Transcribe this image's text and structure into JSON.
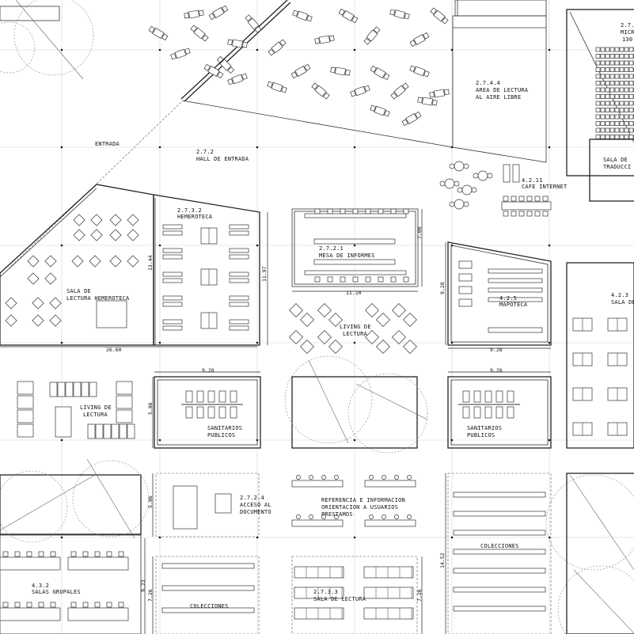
{
  "plan": {
    "labels": {
      "micro_code": "2.7.",
      "micro_name": "MICR",
      "micro_cap": "130",
      "aire_code": "2.7.4.4",
      "aire_l1": "AREA DE LECTURA",
      "aire_l2": "AL AIRE LIBRE",
      "entrada": "ENTRADA",
      "hall_code": "2.7.2",
      "hall_name": "HALL DE ENTRADA",
      "cafe_code": "4.2.11",
      "cafe_name": "CAFE INTERNET",
      "trad_l1": "SALA DE",
      "trad_l2": "TRADUCCI",
      "hemero_code": "2.7.3.2",
      "hemero_name": "HEMEROTECA",
      "mesa_code": "2.7.2.1",
      "mesa_name": "MESA DE INFORMES",
      "sala_hemero_l1": "SALA DE",
      "sala_hemero_l2": "LECTURA HEMEROTECA",
      "mapo_code": "4.2.5",
      "mapo_name": "MAPOTECA",
      "sala_r_code": "4.2.3",
      "sala_r_name": "SALA DE",
      "living_c_l1": "LIVING DE",
      "living_c_l2": "LECTURA",
      "living_l_l1": "LIVING DE",
      "living_l_l2": "LECTURA",
      "sanit_l_l1": "SANITARIOS",
      "sanit_l_l2": "PUBLICOS",
      "sanit_r_l1": "SANITARIOS",
      "sanit_r_l2": "PUBLICOS",
      "acceso_code": "2.7.2.4",
      "acceso_l1": "ACCESO AL",
      "acceso_l2": "DOCUMENTO",
      "ref_l1": "REFERENCIA E INFORMACION",
      "ref_l2": "ORIENTACION A USUARIOS",
      "ref_l3": "PRESTAMOS",
      "colec_r": "COLECCIONES",
      "grupales_code": "4.3.2",
      "grupales_name": "SALAS GRUPALES",
      "colec_l": "COLECCIONES",
      "lectura_code": "2.7.3.3",
      "lectura_name": "SALA DE LECTURA"
    },
    "dims": {
      "d_1344": "13.44",
      "d_1197": "11.97",
      "d_1110": "11.10",
      "d_700": "7.00",
      "d_2660": "26.60",
      "d_928a": "9.28",
      "d_928b": "9.28",
      "d_928c": "9.28",
      "d_928d": "9.28",
      "d_586a": "5.86",
      "d_586b": "5.86",
      "d_923": "9.23",
      "d_726a": "7.26",
      "d_726b": "7.26",
      "d_1452": "14.52"
    },
    "colors": {
      "ink": "#111111",
      "grid": "#d2d2d2",
      "paper": "#ffffff"
    }
  }
}
